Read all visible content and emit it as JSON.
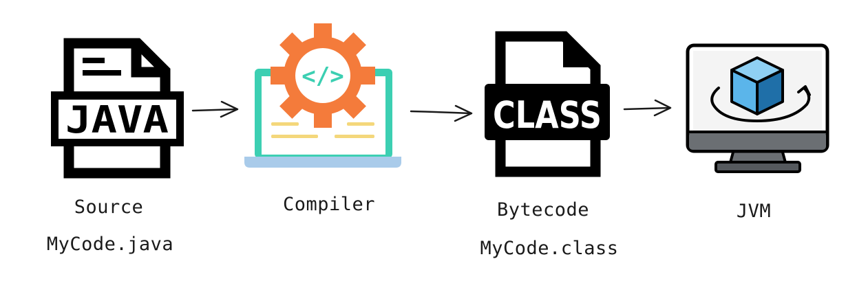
{
  "colors": {
    "ink": "#000000",
    "gear": "#F47B3B",
    "laptop_frame": "#3CCFB2",
    "laptop_base": "#A9CBEA",
    "code_lines": "#F4D77B",
    "cube_light": "#5BB5EA",
    "cube_dark": "#1F6FA8",
    "monitor_gray": "#6B6F73",
    "screen": "#F4F4F4"
  },
  "stages": [
    {
      "icon": "java-file-icon",
      "badge": "JAVA",
      "title": "Source",
      "subtitle": "MyCode.java"
    },
    {
      "icon": "compiler-laptop-icon",
      "badge": "</>",
      "title": "Compiler",
      "subtitle": ""
    },
    {
      "icon": "class-file-icon",
      "badge": "CLASS",
      "title": "Bytecode",
      "subtitle": "MyCode.class"
    },
    {
      "icon": "jvm-monitor-icon",
      "badge": "",
      "title": "JVM",
      "subtitle": ""
    }
  ]
}
